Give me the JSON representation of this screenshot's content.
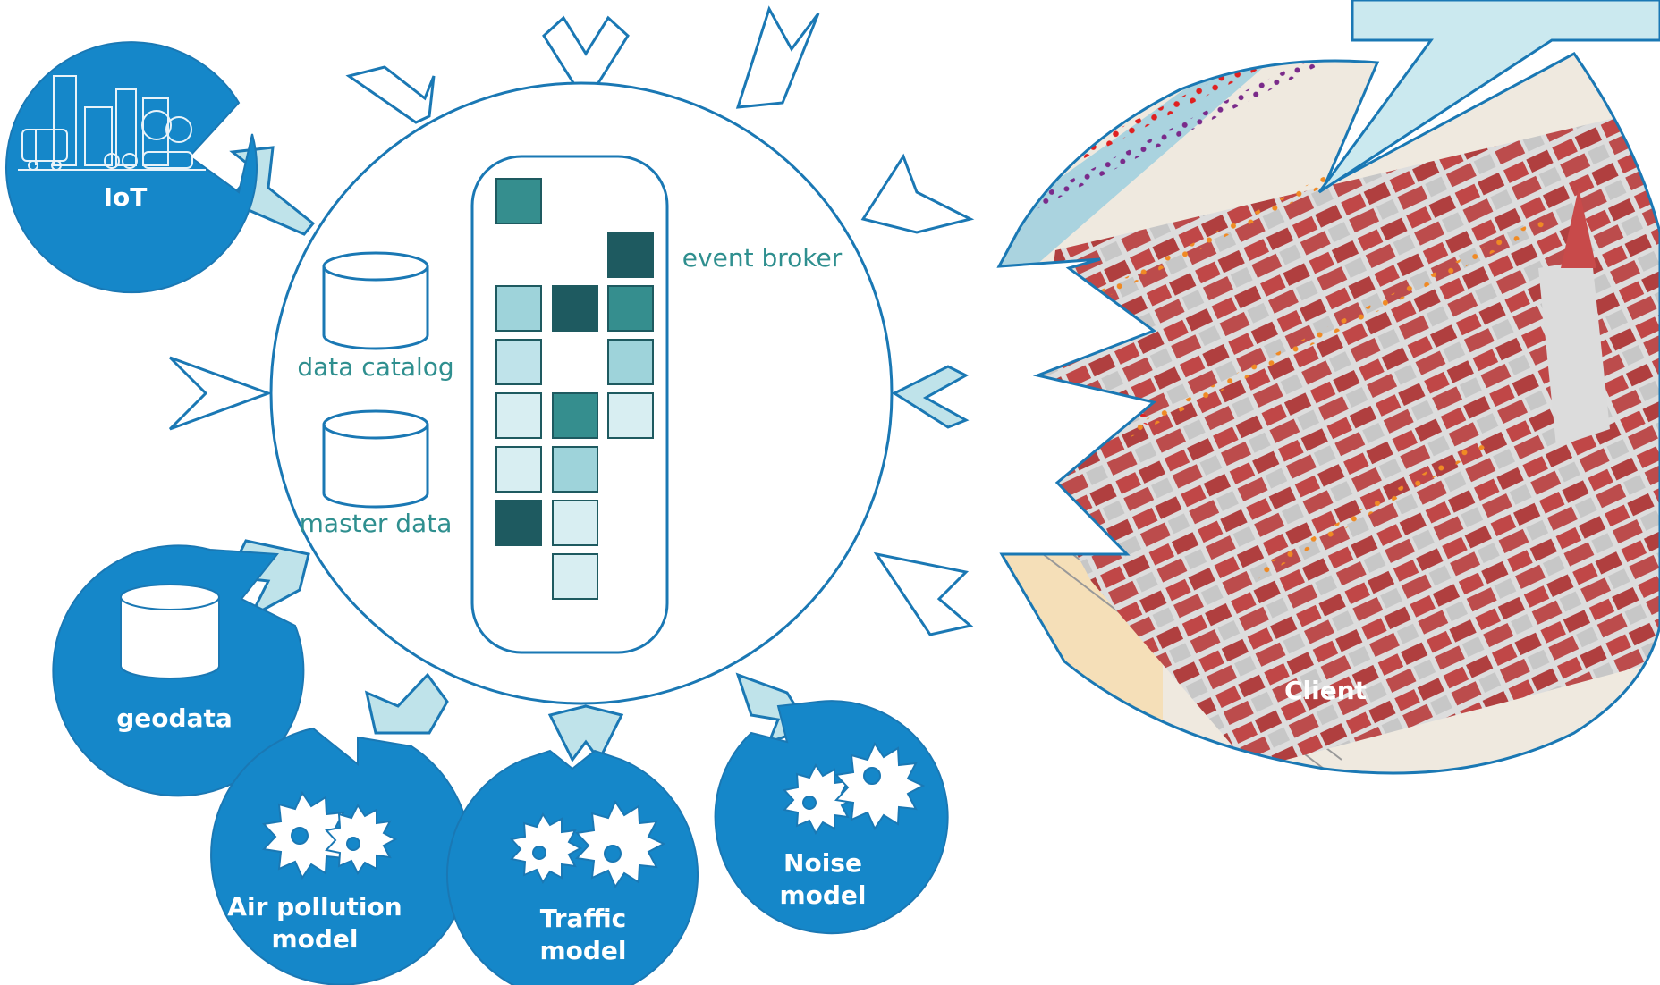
{
  "hub": {
    "labels": {
      "data_catalog": "data catalog",
      "master_data": "master data",
      "event_broker": "event broker"
    }
  },
  "nodes": {
    "iot": "IoT",
    "geodata": "geodata",
    "air_pollution": [
      "Air pollution",
      "model"
    ],
    "traffic": [
      "Traffic",
      "model"
    ],
    "noise": [
      "Noise",
      "model"
    ],
    "client": "Client"
  },
  "colors": {
    "outline": "#1a78b4",
    "node_fill": "#1587c9",
    "connector_fill": "#bfe3ea",
    "broker_dark": "#1e5a60",
    "broker_teal": "#358e8e",
    "broker_mid": "#9ed3da",
    "broker_light": "#d8eef2",
    "text_teal": "#2f8f8f",
    "building_red": "#c84a4a",
    "map_bg": "#efe9df"
  },
  "icons": {
    "iot": "city-icon",
    "geodata": "database-icon",
    "models": "gears-icon"
  }
}
